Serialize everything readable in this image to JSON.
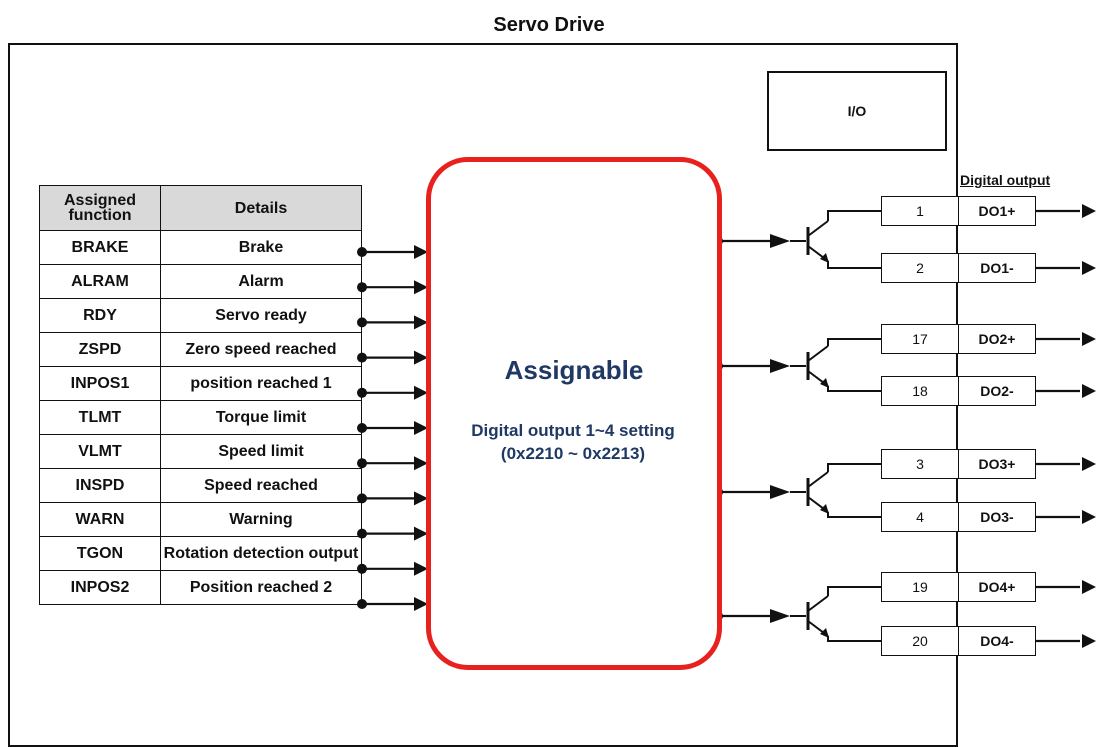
{
  "title": "Servo Drive",
  "io_label": "I/O",
  "assignable": {
    "title": "Assignable",
    "subtitle_line1": "Digital output 1~4 setting",
    "subtitle_line2": "(0x2210 ~ 0x2213)"
  },
  "table": {
    "header_function": "Assigned function",
    "header_details": "Details",
    "rows": [
      {
        "function": "BRAKE",
        "details": "Brake"
      },
      {
        "function": "ALRAM",
        "details": "Alarm"
      },
      {
        "function": "RDY",
        "details": "Servo ready"
      },
      {
        "function": "ZSPD",
        "details": "Zero speed reached"
      },
      {
        "function": "INPOS1",
        "details": "position reached 1"
      },
      {
        "function": "TLMT",
        "details": "Torque limit"
      },
      {
        "function": "VLMT",
        "details": "Speed limit"
      },
      {
        "function": "INSPD",
        "details": "Speed reached"
      },
      {
        "function": "WARN",
        "details": "Warning"
      },
      {
        "function": "TGON",
        "details": "Rotation detection output"
      },
      {
        "function": "INPOS2",
        "details": "Position reached 2"
      }
    ]
  },
  "digital_output_label": "Digital output",
  "pins": [
    {
      "number": "1",
      "name": "DO1+"
    },
    {
      "number": "2",
      "name": "DO1-"
    },
    {
      "number": "17",
      "name": "DO2+"
    },
    {
      "number": "18",
      "name": "DO2-"
    },
    {
      "number": "3",
      "name": "DO3+"
    },
    {
      "number": "4",
      "name": "DO3-"
    },
    {
      "number": "19",
      "name": "DO4+"
    },
    {
      "number": "20",
      "name": "DO4-"
    }
  ],
  "colors": {
    "accent_border": "#e8201e",
    "text_blue": "#1f3864"
  }
}
